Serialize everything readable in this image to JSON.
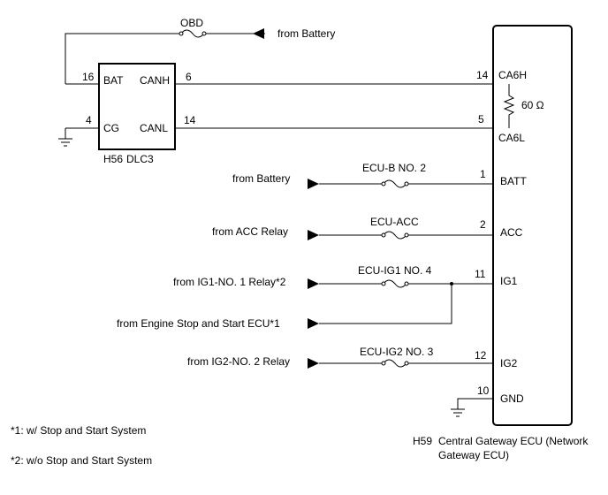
{
  "dlc3": {
    "connector": "H56",
    "name": "DLC3",
    "pins": {
      "bat": {
        "num": "16",
        "label": "BAT"
      },
      "canh": {
        "num": "6",
        "label": "CANH"
      },
      "cg": {
        "num": "4",
        "label": "CG"
      },
      "canl": {
        "num": "14",
        "label": "CANL"
      }
    }
  },
  "obd_fuse": {
    "label": "OBD",
    "source": "from Battery"
  },
  "gateway": {
    "connector": "H59",
    "name_line1": "Central Gateway ECU (Network",
    "name_line2": "Gateway ECU)",
    "resistor": "60 Ω",
    "pins": {
      "ca6h": {
        "num": "14",
        "label": "CA6H"
      },
      "ca6l": {
        "num": "5",
        "label": "CA6L"
      },
      "batt": {
        "num": "1",
        "label": "BATT"
      },
      "acc": {
        "num": "2",
        "label": "ACC"
      },
      "ig1": {
        "num": "11",
        "label": "IG1"
      },
      "ig2": {
        "num": "12",
        "label": "IG2"
      },
      "gnd": {
        "num": "10",
        "label": "GND"
      }
    }
  },
  "inputs": {
    "batt": {
      "source": "from Battery",
      "fuse": "ECU-B NO. 2"
    },
    "acc": {
      "source": "from ACC Relay",
      "fuse": "ECU-ACC"
    },
    "ig1": {
      "source": "from IG1-NO. 1 Relay*2",
      "fuse": "ECU-IG1 NO. 4"
    },
    "engine_stop": {
      "source": "from Engine Stop and Start ECU*1"
    },
    "ig2": {
      "source": "from IG2-NO. 2 Relay",
      "fuse": "ECU-IG2 NO. 3"
    }
  },
  "notes": {
    "note1": "*1: w/ Stop and Start System",
    "note2": "*2: w/o Stop and Start System"
  }
}
